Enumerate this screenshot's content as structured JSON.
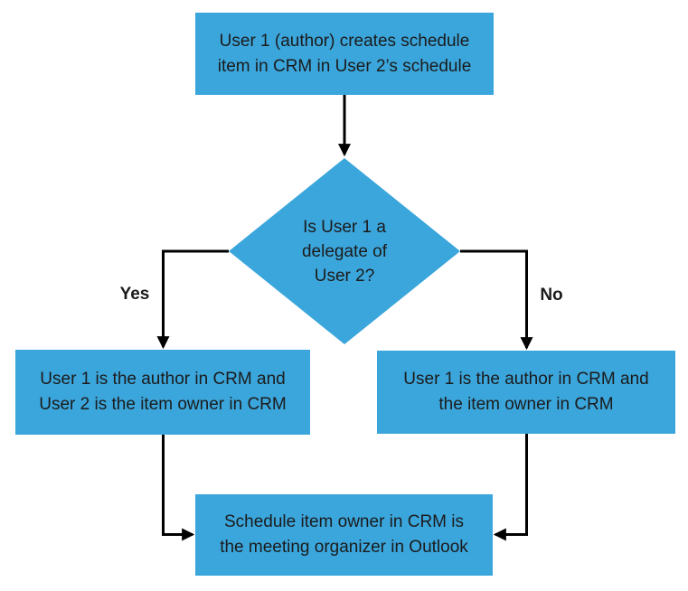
{
  "diagram": {
    "type": "flowchart",
    "colors": {
      "node_fill": "#3BA6DC",
      "line": "#000000",
      "text": "#1B1B1B",
      "background": "#FFFFFF"
    },
    "nodes": {
      "start": {
        "text": "User 1 (author) creates schedule item in CRM in User 2’s schedule",
        "lines": [
          "User 1 (author) creates schedule",
          "item in CRM in User 2’s schedule"
        ]
      },
      "decision": {
        "text": "Is User 1 a delegate of User 2?",
        "lines": [
          "Is User 1 a",
          "delegate of",
          "User 2?"
        ]
      },
      "yes_outcome": {
        "text": "User 1 is the author in CRM and User 2 is the item owner in CRM",
        "lines": [
          "User 1 is the author in CRM and",
          "User 2 is the item owner in CRM"
        ]
      },
      "no_outcome": {
        "text": "User 1 is the author in CRM and the item owner in CRM",
        "lines": [
          "User 1 is the author in CRM and",
          "the item owner in CRM"
        ]
      },
      "end": {
        "text": "Schedule item owner in CRM is the meeting organizer in Outlook",
        "lines": [
          "Schedule item owner in CRM is",
          "the meeting organizer in Outlook"
        ]
      }
    },
    "edge_labels": {
      "yes": "Yes",
      "no": "No"
    }
  }
}
